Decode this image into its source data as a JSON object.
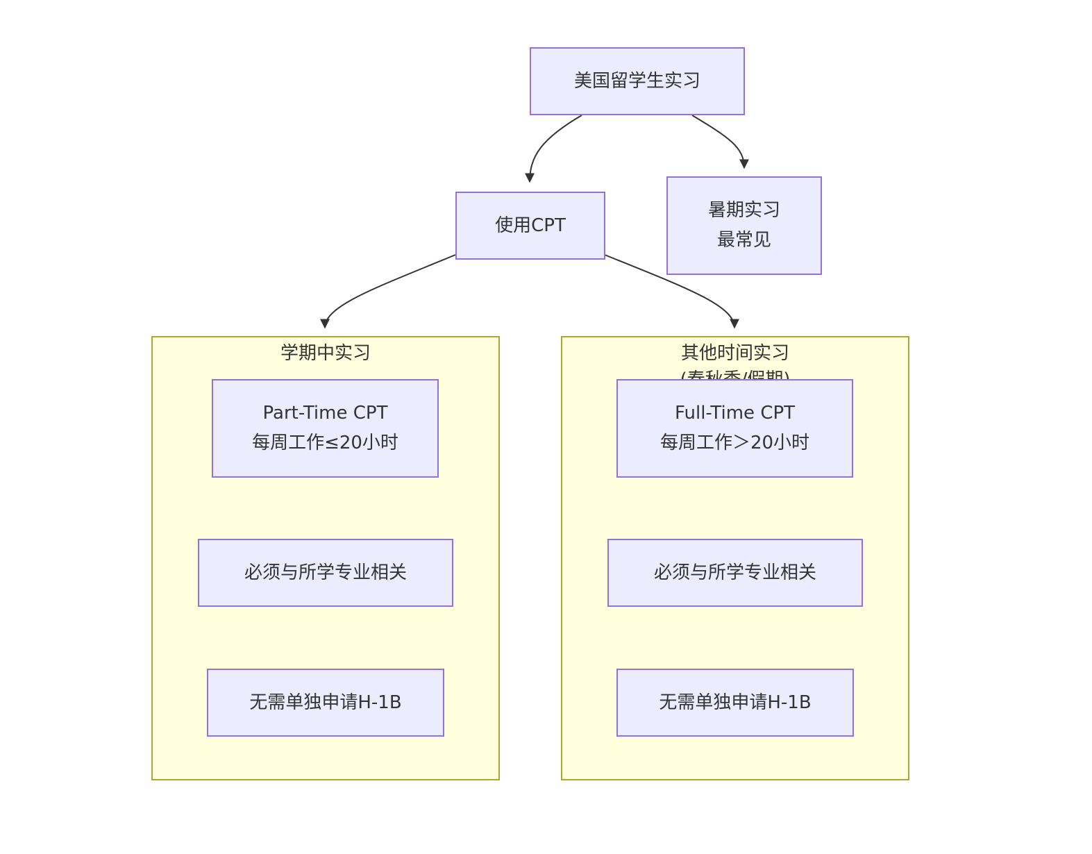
{
  "diagram": {
    "type": "flowchart",
    "direction": "top-down",
    "nodes": {
      "root": {
        "lines": [
          "美国留学生实习"
        ]
      },
      "cpt": {
        "lines": [
          "使用CPT"
        ]
      },
      "summer": {
        "lines": [
          "暑期实习",
          "最常见"
        ]
      },
      "pt_cpt": {
        "lines": [
          "Part-Time CPT",
          "每周工作≤20小时"
        ]
      },
      "pt_related": {
        "lines": [
          "必须与所学专业相关"
        ]
      },
      "pt_h1b": {
        "lines": [
          "无需单独申请H-1B"
        ]
      },
      "ft_cpt": {
        "lines": [
          "Full-Time CPT",
          "每周工作＞20小时"
        ]
      },
      "ft_related": {
        "lines": [
          "必须与所学专业相关"
        ]
      },
      "ft_h1b": {
        "lines": [
          "无需单独申请H-1B"
        ]
      }
    },
    "subgraphs": {
      "during_semester": {
        "title_lines": [
          "学期中实习"
        ]
      },
      "other_time": {
        "title_lines": [
          "其他时间实习",
          "(春秋季/假期)"
        ]
      }
    },
    "edges": [
      {
        "from": "root",
        "to": "cpt"
      },
      {
        "from": "root",
        "to": "summer"
      },
      {
        "from": "cpt",
        "to": "during_semester"
      },
      {
        "from": "cpt",
        "to": "other_time"
      }
    ],
    "colors": {
      "node_fill": "#ececff",
      "node_border": "#9370db",
      "cluster_fill": "#ffffde",
      "cluster_border": "#aaaa33",
      "edge": "#333333",
      "text": "#333333"
    }
  }
}
